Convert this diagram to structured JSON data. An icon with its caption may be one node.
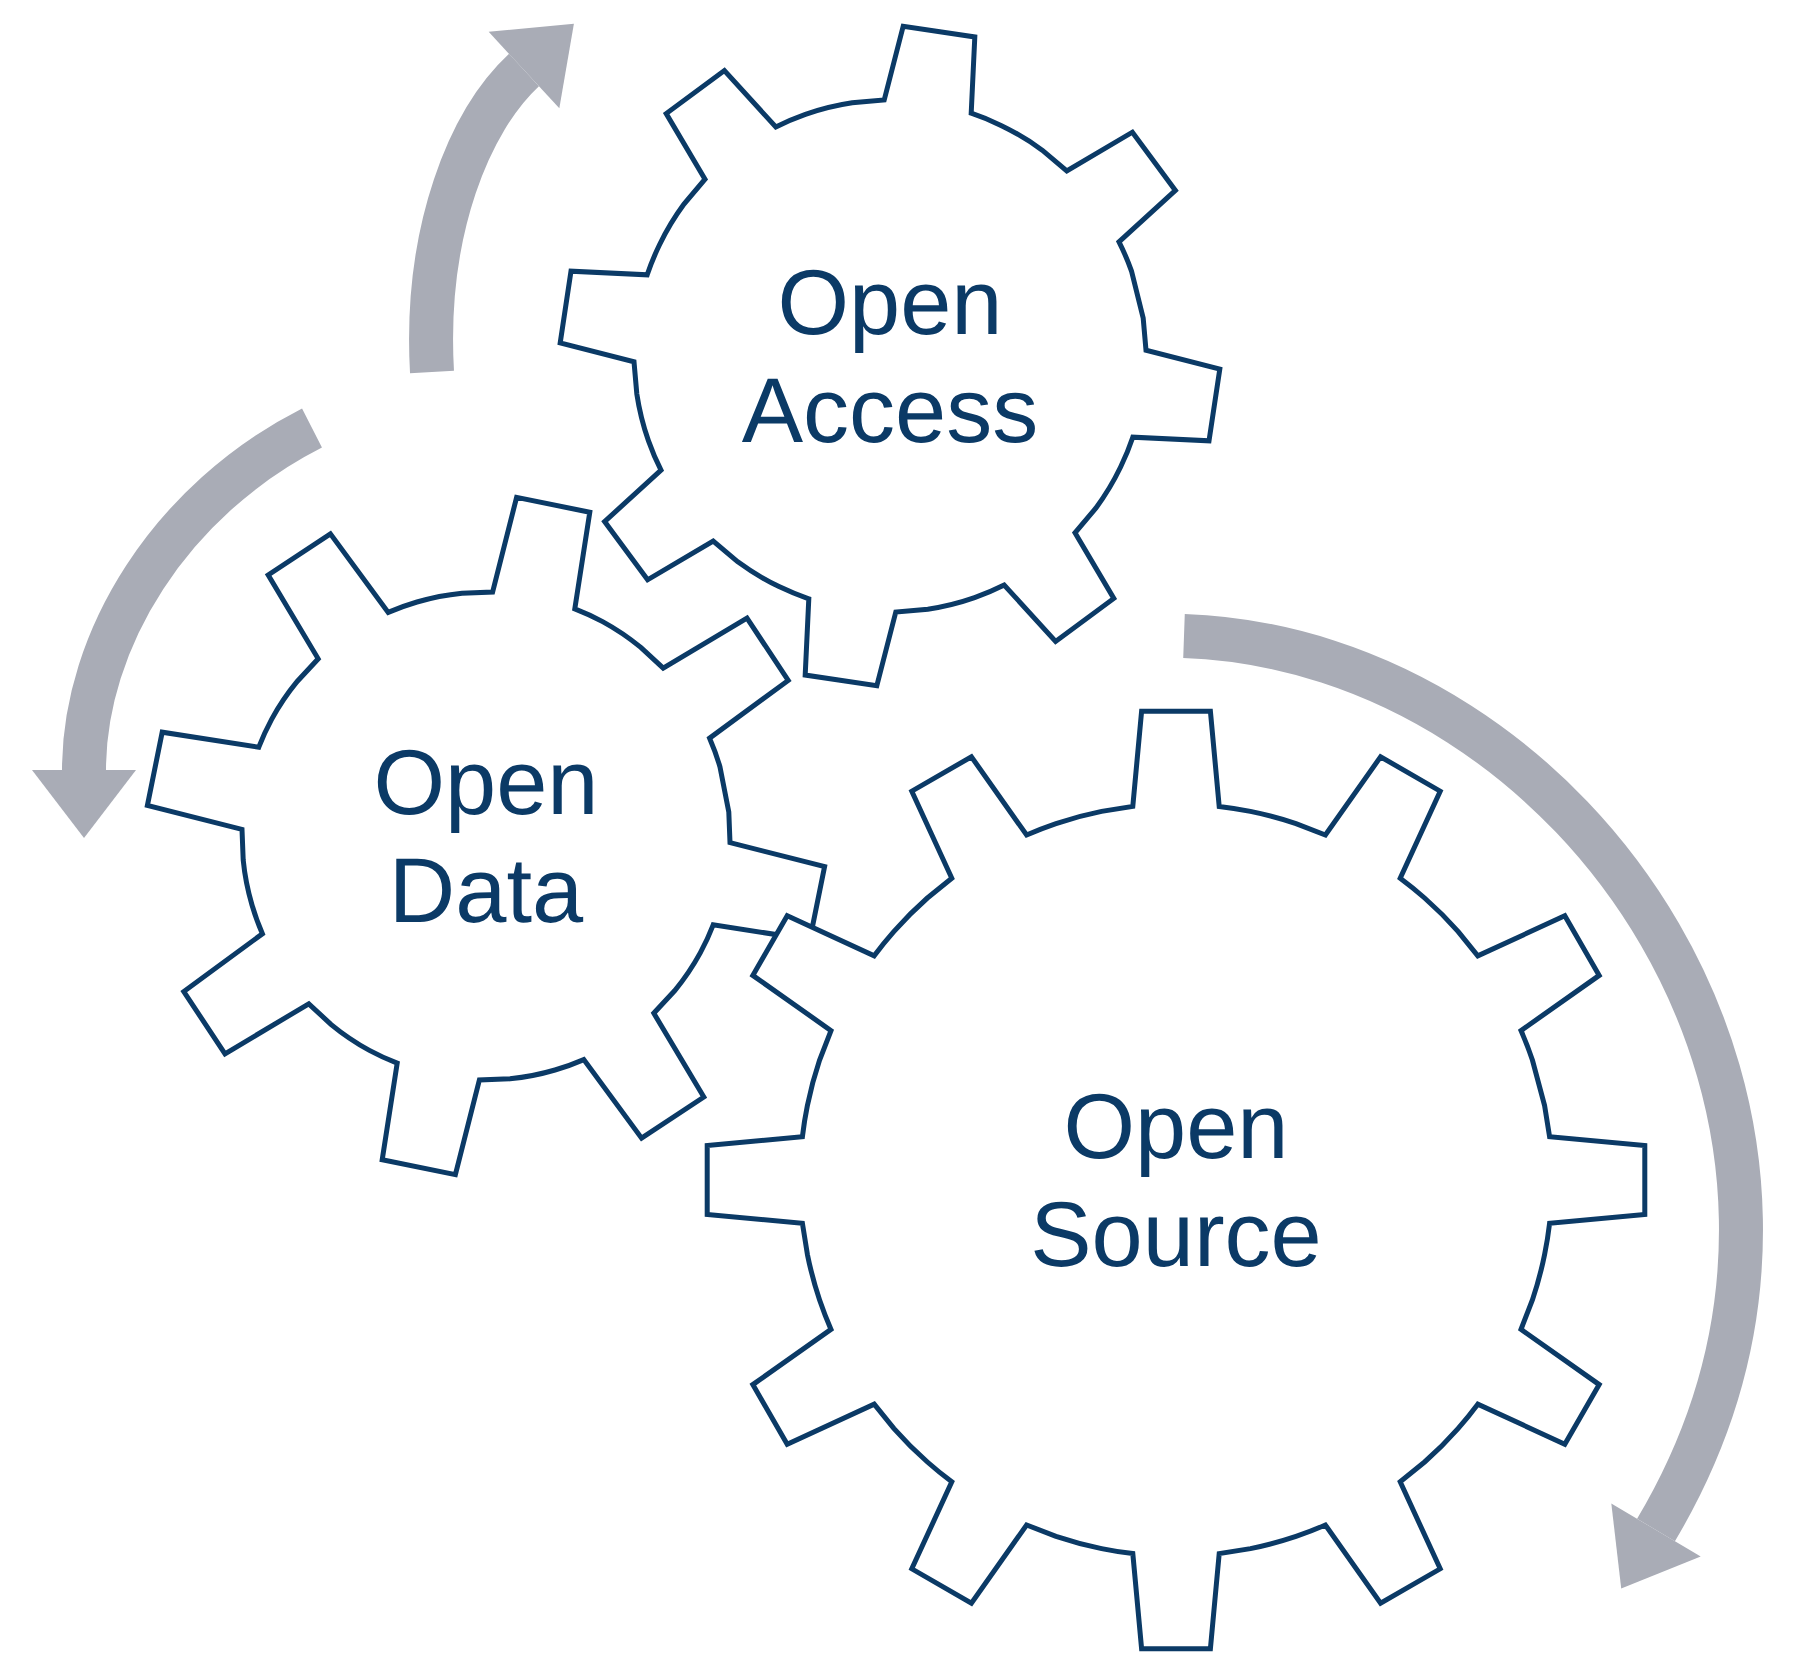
{
  "diagram": {
    "nodes": [
      {
        "text": [
          "Open Access"
        ]
      },
      {
        "text": [
          "Open Data"
        ]
      },
      {
        "text": [
          "Open Source"
        ]
      }
    ]
  }
}
